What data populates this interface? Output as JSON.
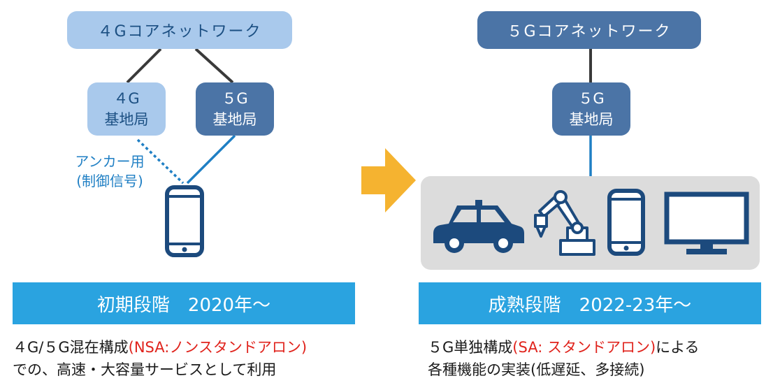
{
  "left": {
    "core": "４Gコアネットワーク",
    "bs_4g": {
      "line1": "４G",
      "line2": "基地局"
    },
    "bs_5g": {
      "line1": "５G",
      "line2": "基地局"
    },
    "anchor": {
      "line1": "アンカー用",
      "line2": "(制御信号)"
    },
    "stage": "初期段階　2020年～",
    "desc": {
      "line1_pre": "４G/５G混在構成",
      "line1_red": "(NSA:ノンスタンドアロン)",
      "line2": "での、高速・大容量サービスとして利用"
    }
  },
  "right": {
    "core": "５Gコアネットワーク",
    "bs_5g": {
      "line1": "５G",
      "line2": "基地局"
    },
    "stage": "成熟段階　2022-23年～",
    "desc": {
      "line1_pre": "５G単独構成",
      "line1_red": "(SA: スタンドアロン)",
      "line1_post": "による",
      "line2": "各種機能の実装(低遅延、多接続)"
    }
  },
  "colors": {
    "light_box": "#a9c9ec",
    "dark_box": "#4b74a6",
    "stage_bar": "#2aa3e0",
    "arrow": "#f5b330",
    "device": "#1c4a7d",
    "highlight": "#e0231c"
  },
  "icons": [
    "smartphone-icon",
    "arrow-right-icon",
    "car-icon",
    "robot-arm-icon",
    "tv-icon"
  ]
}
